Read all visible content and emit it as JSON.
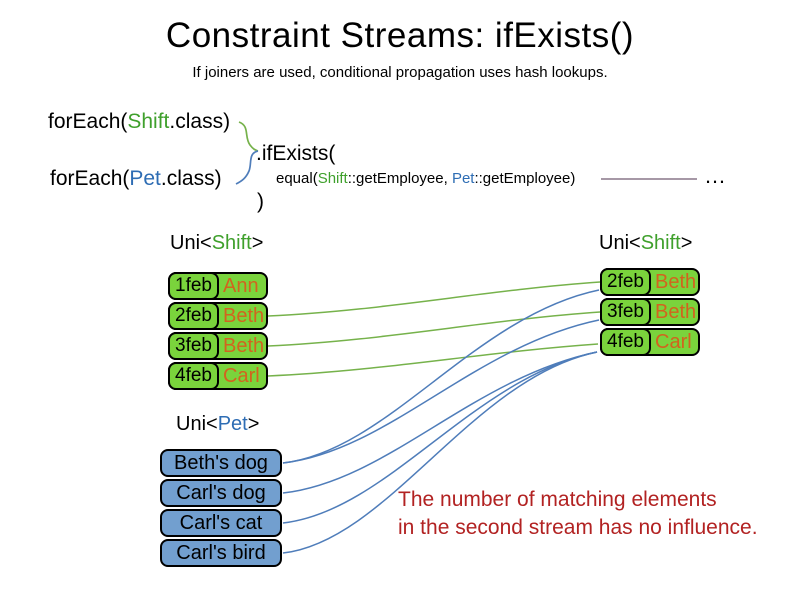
{
  "slide": {
    "title": "Constraint Streams: ifExists()",
    "subtitle": "If joiners are used, conditional propagation uses hash lookups."
  },
  "code": {
    "foreach_shift": {
      "pre": "forEach(",
      "cls": "Shift",
      "post": ".class)"
    },
    "foreach_pet": {
      "pre": "forEach(",
      "cls": "Pet",
      "post": ".class)"
    },
    "if_exists": ".ifExists(",
    "equal": {
      "pre": "equal(",
      "shift": "Shift",
      "mid": "::getEmployee, ",
      "pet": "Pet",
      "post": "::getEmployee)"
    },
    "close_paren": ")",
    "ellipsis": "…"
  },
  "left_table": {
    "label": {
      "pre": "Uni<",
      "type": "Shift",
      "post": ">"
    },
    "rows": [
      {
        "date": "1feb",
        "name": "Ann"
      },
      {
        "date": "2feb",
        "name": "Beth"
      },
      {
        "date": "3feb",
        "name": "Beth"
      },
      {
        "date": "4feb",
        "name": "Carl"
      }
    ]
  },
  "right_table": {
    "label": {
      "pre": "Uni<",
      "type": "Shift",
      "post": ">"
    },
    "rows": [
      {
        "date": "2feb",
        "name": "Beth"
      },
      {
        "date": "3feb",
        "name": "Beth"
      },
      {
        "date": "4feb",
        "name": "Carl"
      }
    ]
  },
  "pet_list": {
    "label": {
      "pre": "Uni<",
      "type": "Pet",
      "post": ">"
    },
    "rows": [
      {
        "name": "Beth's dog"
      },
      {
        "name": "Carl's dog"
      },
      {
        "name": "Carl's cat"
      },
      {
        "name": "Carl's bird"
      }
    ]
  },
  "note": {
    "line1": "The number of matching elements",
    "line2": "in the second stream has no influence."
  },
  "colors": {
    "shift_text_green": "#3fa02c",
    "pet_text_blue": "#2e6db4",
    "shift_box_fill": "#7ad33c",
    "pet_box_fill": "#729fcf",
    "name_text_orange": "#d2641e",
    "note_red": "#b22222",
    "first_stream_line": "#76b24b",
    "second_stream_line": "#4f7dba",
    "joiner_line": "#715a71"
  },
  "connections": [
    {
      "from": "left-row-1",
      "to": "right-row-0",
      "stream": "first"
    },
    {
      "from": "left-row-2",
      "to": "right-row-1",
      "stream": "first"
    },
    {
      "from": "left-row-3",
      "to": "right-row-2",
      "stream": "first"
    },
    {
      "from": "pet-row-0",
      "to": "right-row-0",
      "stream": "second"
    },
    {
      "from": "pet-row-0",
      "to": "right-row-1",
      "stream": "second"
    },
    {
      "from": "pet-row-1",
      "to": "right-row-2",
      "stream": "second"
    },
    {
      "from": "pet-row-2",
      "to": "right-row-2",
      "stream": "second"
    },
    {
      "from": "pet-row-3",
      "to": "right-row-2",
      "stream": "second"
    }
  ]
}
